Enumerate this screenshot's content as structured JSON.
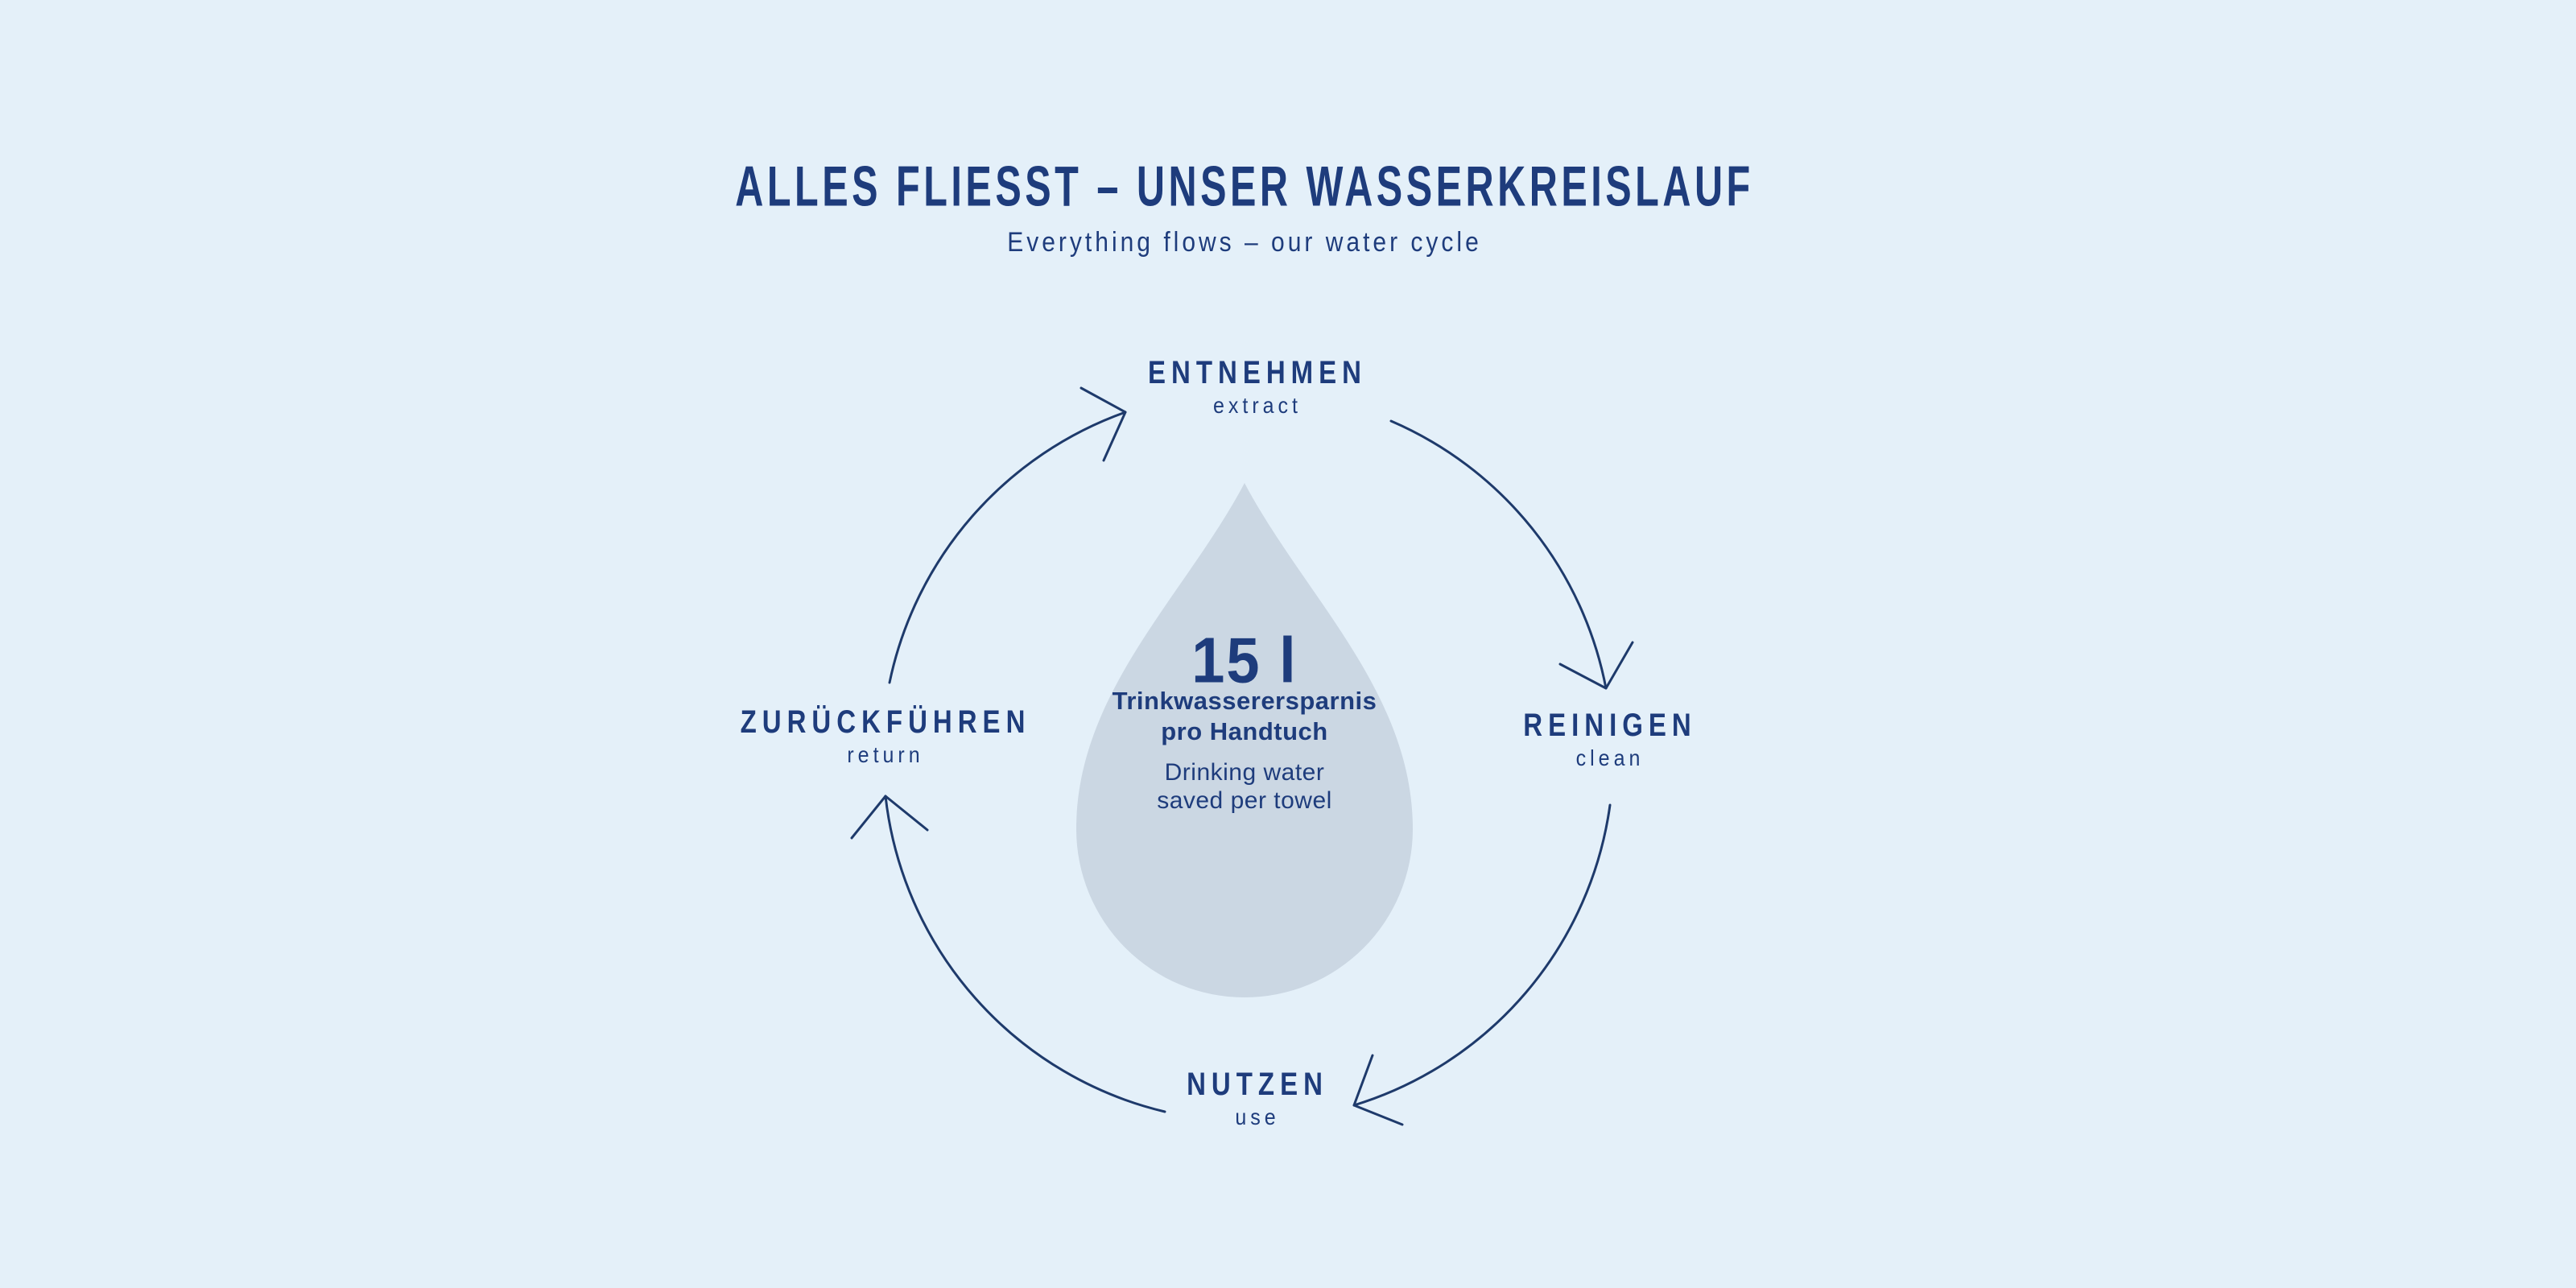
{
  "title": "ALLES FLIESST – UNSER WASSERKREISLAUF",
  "subtitle": "Everything flows – our water cycle",
  "cycle": {
    "direction": "clockwise",
    "steps": [
      {
        "de": "ENTNEHMEN",
        "en": "extract",
        "position": "top"
      },
      {
        "de": "REINIGEN",
        "en": "clean",
        "position": "right"
      },
      {
        "de": "NUTZEN",
        "en": "use",
        "position": "bottom"
      },
      {
        "de": "ZURÜCKFÜHREN",
        "en": "return",
        "position": "left"
      }
    ]
  },
  "droplet": {
    "value": "15 l",
    "label_de": [
      "Trinkwasserersparnis",
      "pro Handtuch"
    ],
    "label_en": [
      "Drinking water",
      "saved per towel"
    ]
  },
  "colors": {
    "background": "#e4f0f9",
    "droplet_fill": "#cbd7e3",
    "text_navy": "#1e3c7c",
    "arc_stroke": "#1e3a6b"
  }
}
